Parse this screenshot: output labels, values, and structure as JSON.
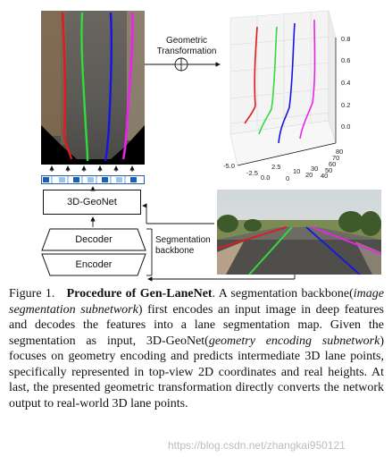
{
  "figure": {
    "geometric_transformation_label": "Geometric Transformation",
    "network_3d_geonet": "3D-GeoNet",
    "decoder": "Decoder",
    "encoder": "Encoder",
    "segmentation_backbone_label": "Segmentation backbone"
  },
  "plot3d": {
    "z_ticks": [
      "0.8",
      "0.6",
      "0.4",
      "0.2",
      "0.0"
    ],
    "y_ticks": [
      "80",
      "70",
      "60",
      "50",
      "40",
      "30",
      "20",
      "10",
      "0"
    ],
    "x_ticks": [
      "-5.0",
      "-2.5",
      "0.0",
      "2.5"
    ],
    "lane_colors": [
      "#e3191b",
      "#2fdc3b",
      "#1414e6",
      "#ee22ee"
    ]
  },
  "caption": {
    "figure_label": "Figure 1.",
    "title": "Procedure of Gen-LaneNet",
    "part1": ". A segmentation backbone(",
    "italic1": "image segmentation subnetwork",
    "part2": ") first encodes an input image in deep features and decodes the features into a lane segmentation map. Given the segmentation as input, 3D-GeoNet(",
    "italic2": "geometry encoding subnetwork",
    "part3": ") focuses on geometry encoding and predicts intermediate 3D lane points, specifically represented in top-view 2D coordinates and real heights. At last, the presented geometric transformation directly converts the network output to real-world 3D lane points."
  },
  "watermark": "https://blog.csdn.net/zhangkai950121"
}
